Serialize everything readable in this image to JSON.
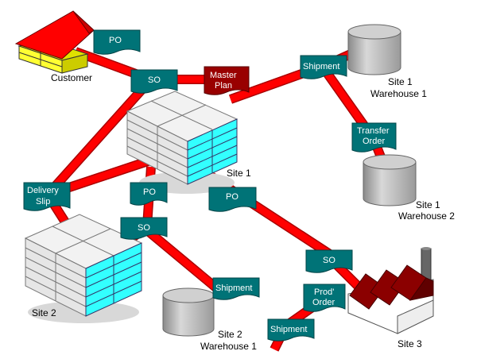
{
  "colors": {
    "flow": "#ff0000",
    "flow_edge": "#aa0000",
    "doc_fill": "#007377",
    "doc_text": "#ffffff",
    "plan_fill": "#990000",
    "cylinder": "#c0c0c0",
    "roof_red": "#ff0000",
    "walls_yellow": "#ffff33",
    "rack_cyan": "#33ffff",
    "factory_roof": "#8b0000"
  },
  "nodes": {
    "customer": "Customer",
    "site1": "Site 1",
    "site2": "Site 2",
    "site3": "Site 3",
    "site1_wh1": [
      "Site 1",
      "Warehouse 1"
    ],
    "site1_wh2": [
      "Site 1",
      "Warehouse 2"
    ],
    "site2_wh1": [
      "Site 2",
      "Warehouse 1"
    ]
  },
  "documents": {
    "po_customer": "PO",
    "so_customer": "SO",
    "master_plan": [
      "Master",
      "Plan"
    ],
    "shipment_site1": "Shipment",
    "transfer_order": [
      "Transfer",
      "Order"
    ],
    "delivery_slip": [
      "Delivery",
      "Slip"
    ],
    "po_site2": "PO",
    "so_site2": "SO",
    "po_site3": "PO",
    "so_site3": "SO",
    "shipment_site2": "Shipment",
    "prod_order": [
      "Prod'",
      "Order"
    ],
    "shipment_site3": "Shipment"
  }
}
